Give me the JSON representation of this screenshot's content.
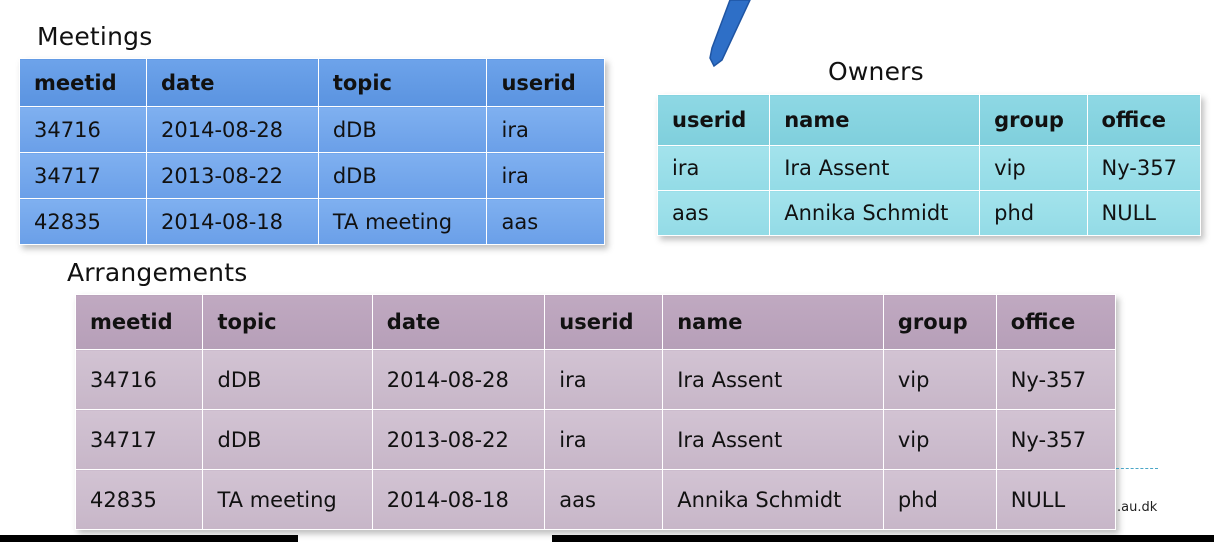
{
  "meetings": {
    "title": "Meetings",
    "headers": [
      "meetid",
      "date",
      "topic",
      "userid"
    ],
    "rows": [
      [
        "34716",
        "2014-08-28",
        "dDB",
        "ira"
      ],
      [
        "34717",
        "2013-08-22",
        "dDB",
        "ira"
      ],
      [
        "42835",
        "2014-08-18",
        "TA meeting",
        "aas"
      ]
    ]
  },
  "owners": {
    "title": "Owners",
    "headers": [
      "userid",
      "name",
      "group",
      "office"
    ],
    "rows": [
      [
        "ira",
        "Ira Assent",
        "vip",
        "Ny-357"
      ],
      [
        "aas",
        "Annika Schmidt",
        "phd",
        "NULL"
      ]
    ]
  },
  "arrangements": {
    "title": "Arrangements",
    "headers": [
      "meetid",
      "topic",
      "date",
      "userid",
      "name",
      "group",
      "office"
    ],
    "rows": [
      [
        "34716",
        "dDB",
        "2014-08-28",
        "ira",
        "Ira Assent",
        "vip",
        "Ny-357"
      ],
      [
        "34717",
        "dDB",
        "2013-08-22",
        "ira",
        "Ira Assent",
        "vip",
        "Ny-357"
      ],
      [
        "42835",
        "TA meeting",
        "2014-08-18",
        "aas",
        "Annika Schmidt",
        "phd",
        "NULL"
      ]
    ]
  },
  "footer": {
    "site": ".au.dk"
  },
  "colors": {
    "meetings": "#6a9fe8",
    "owners": "#93dbe6",
    "arrangements": "#c7b6c8",
    "arrow": "#2e6fc7"
  }
}
